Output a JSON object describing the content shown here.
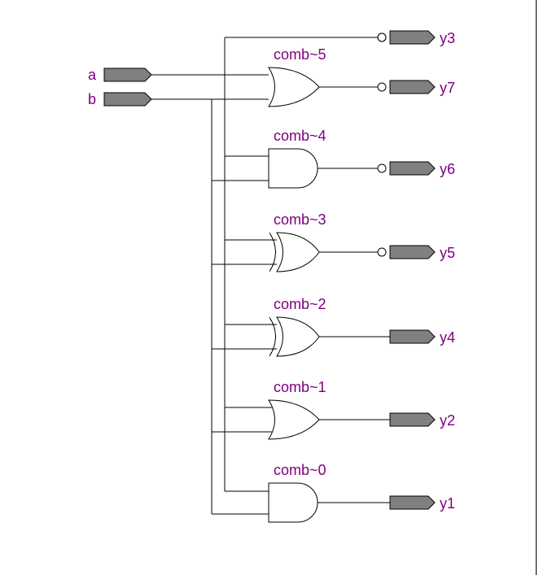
{
  "colors": {
    "label": "#800080",
    "port_fill": "#808080",
    "wire": "#000000",
    "background": "#ffffff"
  },
  "inputs": {
    "a": "a",
    "b": "b"
  },
  "gates": [
    {
      "name": "comb~5",
      "type": "or-gate-icon",
      "output": "y7",
      "inverted": true
    },
    {
      "name": "comb~4",
      "type": "and-gate-icon",
      "output": "y6",
      "inverted": true
    },
    {
      "name": "comb~3",
      "type": "xor-gate-icon",
      "output": "y5",
      "inverted": true
    },
    {
      "name": "comb~2",
      "type": "xor-gate-icon",
      "output": "y4",
      "inverted": false
    },
    {
      "name": "comb~1",
      "type": "or-gate-icon",
      "output": "y2",
      "inverted": false
    },
    {
      "name": "comb~0",
      "type": "and-gate-icon",
      "output": "y1",
      "inverted": false
    }
  ],
  "extra_outputs": [
    {
      "label": "y3",
      "inverted": true,
      "source": "a"
    }
  ]
}
